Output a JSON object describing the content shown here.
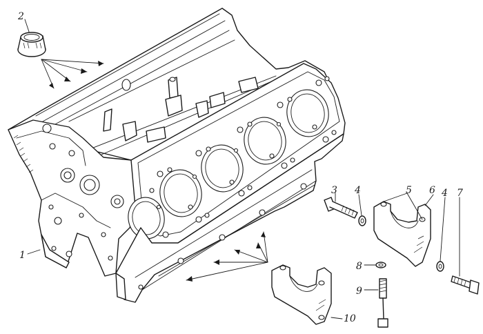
{
  "colors": {
    "ink": "#1a1a1a",
    "paper": "#ffffff"
  },
  "callouts": {
    "c1": "1",
    "c2": "2",
    "c3": "3",
    "c4a": "4",
    "c4b": "4",
    "c5": "5",
    "c6": "6",
    "c7": "7",
    "c8": "8",
    "c9": "9",
    "c10": "10"
  }
}
